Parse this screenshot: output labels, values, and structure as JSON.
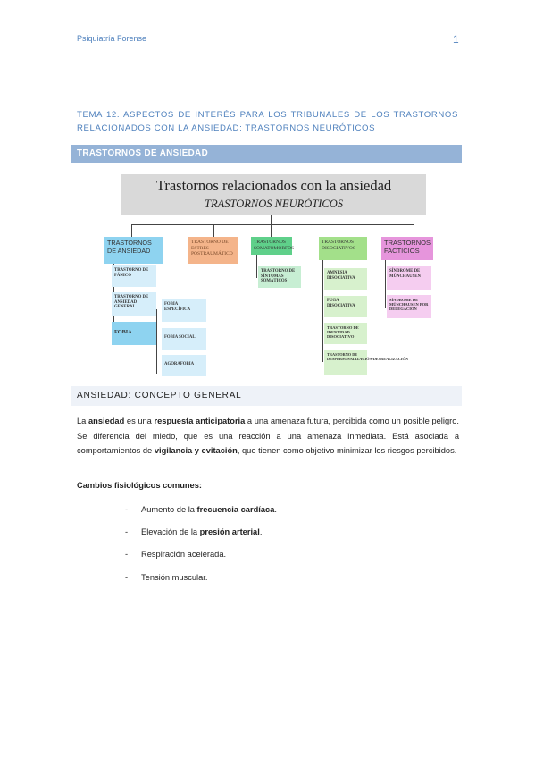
{
  "header": {
    "left": "Psiquiatría Forense",
    "page_number": "1"
  },
  "tema": "TEMA 12. ASPECTOS DE INTERÉS PARA LOS TRIBUNALES DE LOS TRASTORNOS RELACIONADOS CON LA ANSIEDAD: TRASTORNOS NEURÓTICOS",
  "section1": "TRASTORNOS DE ANSIEDAD",
  "diagram": {
    "title": "Trastornos relacionados con la ansiedad",
    "subtitle": "TRASTORNOS NEURÓTICOS",
    "categories": [
      {
        "label": "TRASTORNOS DE ANSIEDAD",
        "color": "#8ed3f0"
      },
      {
        "label": "TRASTORNO DE ESTRÉS POSTRAUMÁTICO",
        "color": "#f4b48a"
      },
      {
        "label": "TRASTORNOS SOMATOMORFOS",
        "color": "#5fd08a"
      },
      {
        "label": "TRASTORNOS DISOCIATIVOS",
        "color": "#a3e08a"
      },
      {
        "label": "TRASTORNOS FACTICIOS",
        "color": "#e695dc"
      }
    ],
    "ansiedad_items": [
      "TRASTORNO DE PÁNICO",
      "TRASTORNO DE ANSIEDAD GENERAL",
      "FOBIA"
    ],
    "fobia_items": [
      "FOBIA ESPECÍFICA",
      "FOBIA SOCIAL",
      "AGORAFOBIA"
    ],
    "somatomorfos_items": [
      "TRASTORNO DE SÍNTOMAS SOMÁTICOS"
    ],
    "disociativos_items": [
      "AMNESIA DISOCIATIVA",
      "FUGA DISOCIATIVA",
      "TRASTORNO DE IDENTIDAD DISOCIATIVO",
      "TRASTORNO DE DESPERSONALIZACIÓN/DESREALIZACIÓN"
    ],
    "facticios_items": [
      "SÍNDROME DE MÜNCHAUSEN",
      "SÍNDROME DE MÜNCHAUSEN POR DELEGACIÓN"
    ]
  },
  "section2": "ANSIEDAD: CONCEPTO GENERAL",
  "paragraph": {
    "p1": "La ",
    "b1": "ansiedad",
    "p2": " es una ",
    "b2": "respuesta anticipatoria",
    "p3": " a una amenaza futura, percibida como un posible peligro. Se diferencia del miedo, que es una reacción a una amenaza inmediata. Está asociada a comportamientos de ",
    "b3": "vigilancia y evitación",
    "p4": ", que tienen como objetivo minimizar los riesgos percibidos."
  },
  "subheading": "Cambios fisiológicos comunes:",
  "bullets": [
    {
      "pre": "Aumento de la ",
      "bold": "frecuencia cardíaca",
      "post": "."
    },
    {
      "pre": "Elevación de la ",
      "bold": "presión arterial",
      "post": "."
    },
    {
      "pre": "Respiración acelerada.",
      "bold": "",
      "post": ""
    },
    {
      "pre": "Tensión muscular.",
      "bold": "",
      "post": ""
    }
  ]
}
